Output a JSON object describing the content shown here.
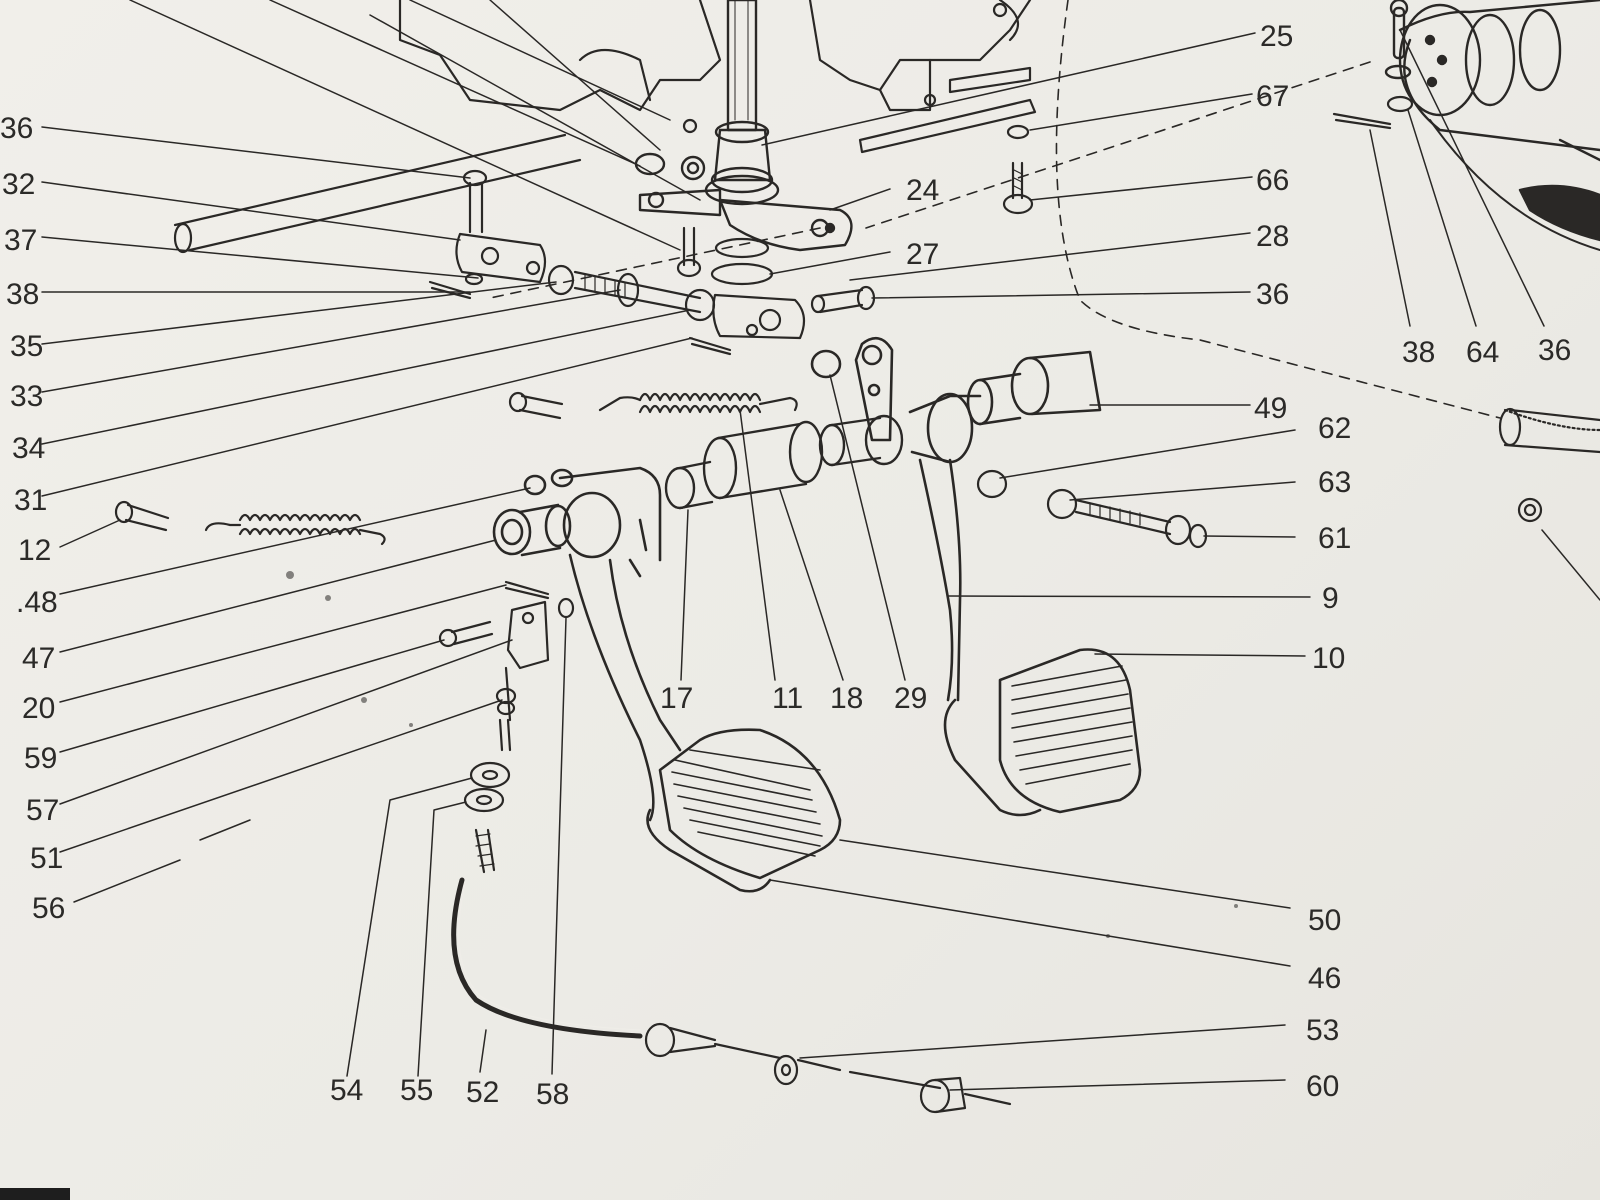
{
  "diagram": {
    "labels": [
      {
        "id": "p25",
        "text": "25"
      },
      {
        "id": "p67",
        "text": "67"
      },
      {
        "id": "p66",
        "text": "66"
      },
      {
        "id": "p24",
        "text": "24"
      },
      {
        "id": "p27",
        "text": "27"
      },
      {
        "id": "p28",
        "text": "28"
      },
      {
        "id": "p36b",
        "text": "36"
      },
      {
        "id": "p49",
        "text": "49"
      },
      {
        "id": "p62",
        "text": "62"
      },
      {
        "id": "p63",
        "text": "63"
      },
      {
        "id": "p61",
        "text": "61"
      },
      {
        "id": "p9",
        "text": "9"
      },
      {
        "id": "p10",
        "text": "10"
      },
      {
        "id": "p50",
        "text": "50"
      },
      {
        "id": "p46",
        "text": "46"
      },
      {
        "id": "p53",
        "text": "53"
      },
      {
        "id": "p60",
        "text": "60"
      },
      {
        "id": "p36a",
        "text": "36"
      },
      {
        "id": "p32",
        "text": "32"
      },
      {
        "id": "p37",
        "text": "37"
      },
      {
        "id": "p38a",
        "text": "38"
      },
      {
        "id": "p35",
        "text": "35"
      },
      {
        "id": "p33",
        "text": "33"
      },
      {
        "id": "p34",
        "text": "34"
      },
      {
        "id": "p31",
        "text": "31"
      },
      {
        "id": "p12",
        "text": "12"
      },
      {
        "id": "p48",
        "text": ".48"
      },
      {
        "id": "p47",
        "text": "47"
      },
      {
        "id": "p20",
        "text": "20"
      },
      {
        "id": "p59",
        "text": "59"
      },
      {
        "id": "p57",
        "text": "57"
      },
      {
        "id": "p51",
        "text": "51"
      },
      {
        "id": "p56",
        "text": "56"
      },
      {
        "id": "p17",
        "text": "17"
      },
      {
        "id": "p11",
        "text": "11"
      },
      {
        "id": "p18",
        "text": "18"
      },
      {
        "id": "p29",
        "text": "29"
      },
      {
        "id": "p54",
        "text": "54"
      },
      {
        "id": "p55",
        "text": "55"
      },
      {
        "id": "p52",
        "text": "52"
      },
      {
        "id": "p58",
        "text": "58"
      },
      {
        "id": "p38b",
        "text": "38"
      },
      {
        "id": "p64",
        "text": "64"
      },
      {
        "id": "p36c",
        "text": "36"
      }
    ]
  },
  "colors": {
    "paper": "#efede8",
    "ink": "#2a2826"
  }
}
